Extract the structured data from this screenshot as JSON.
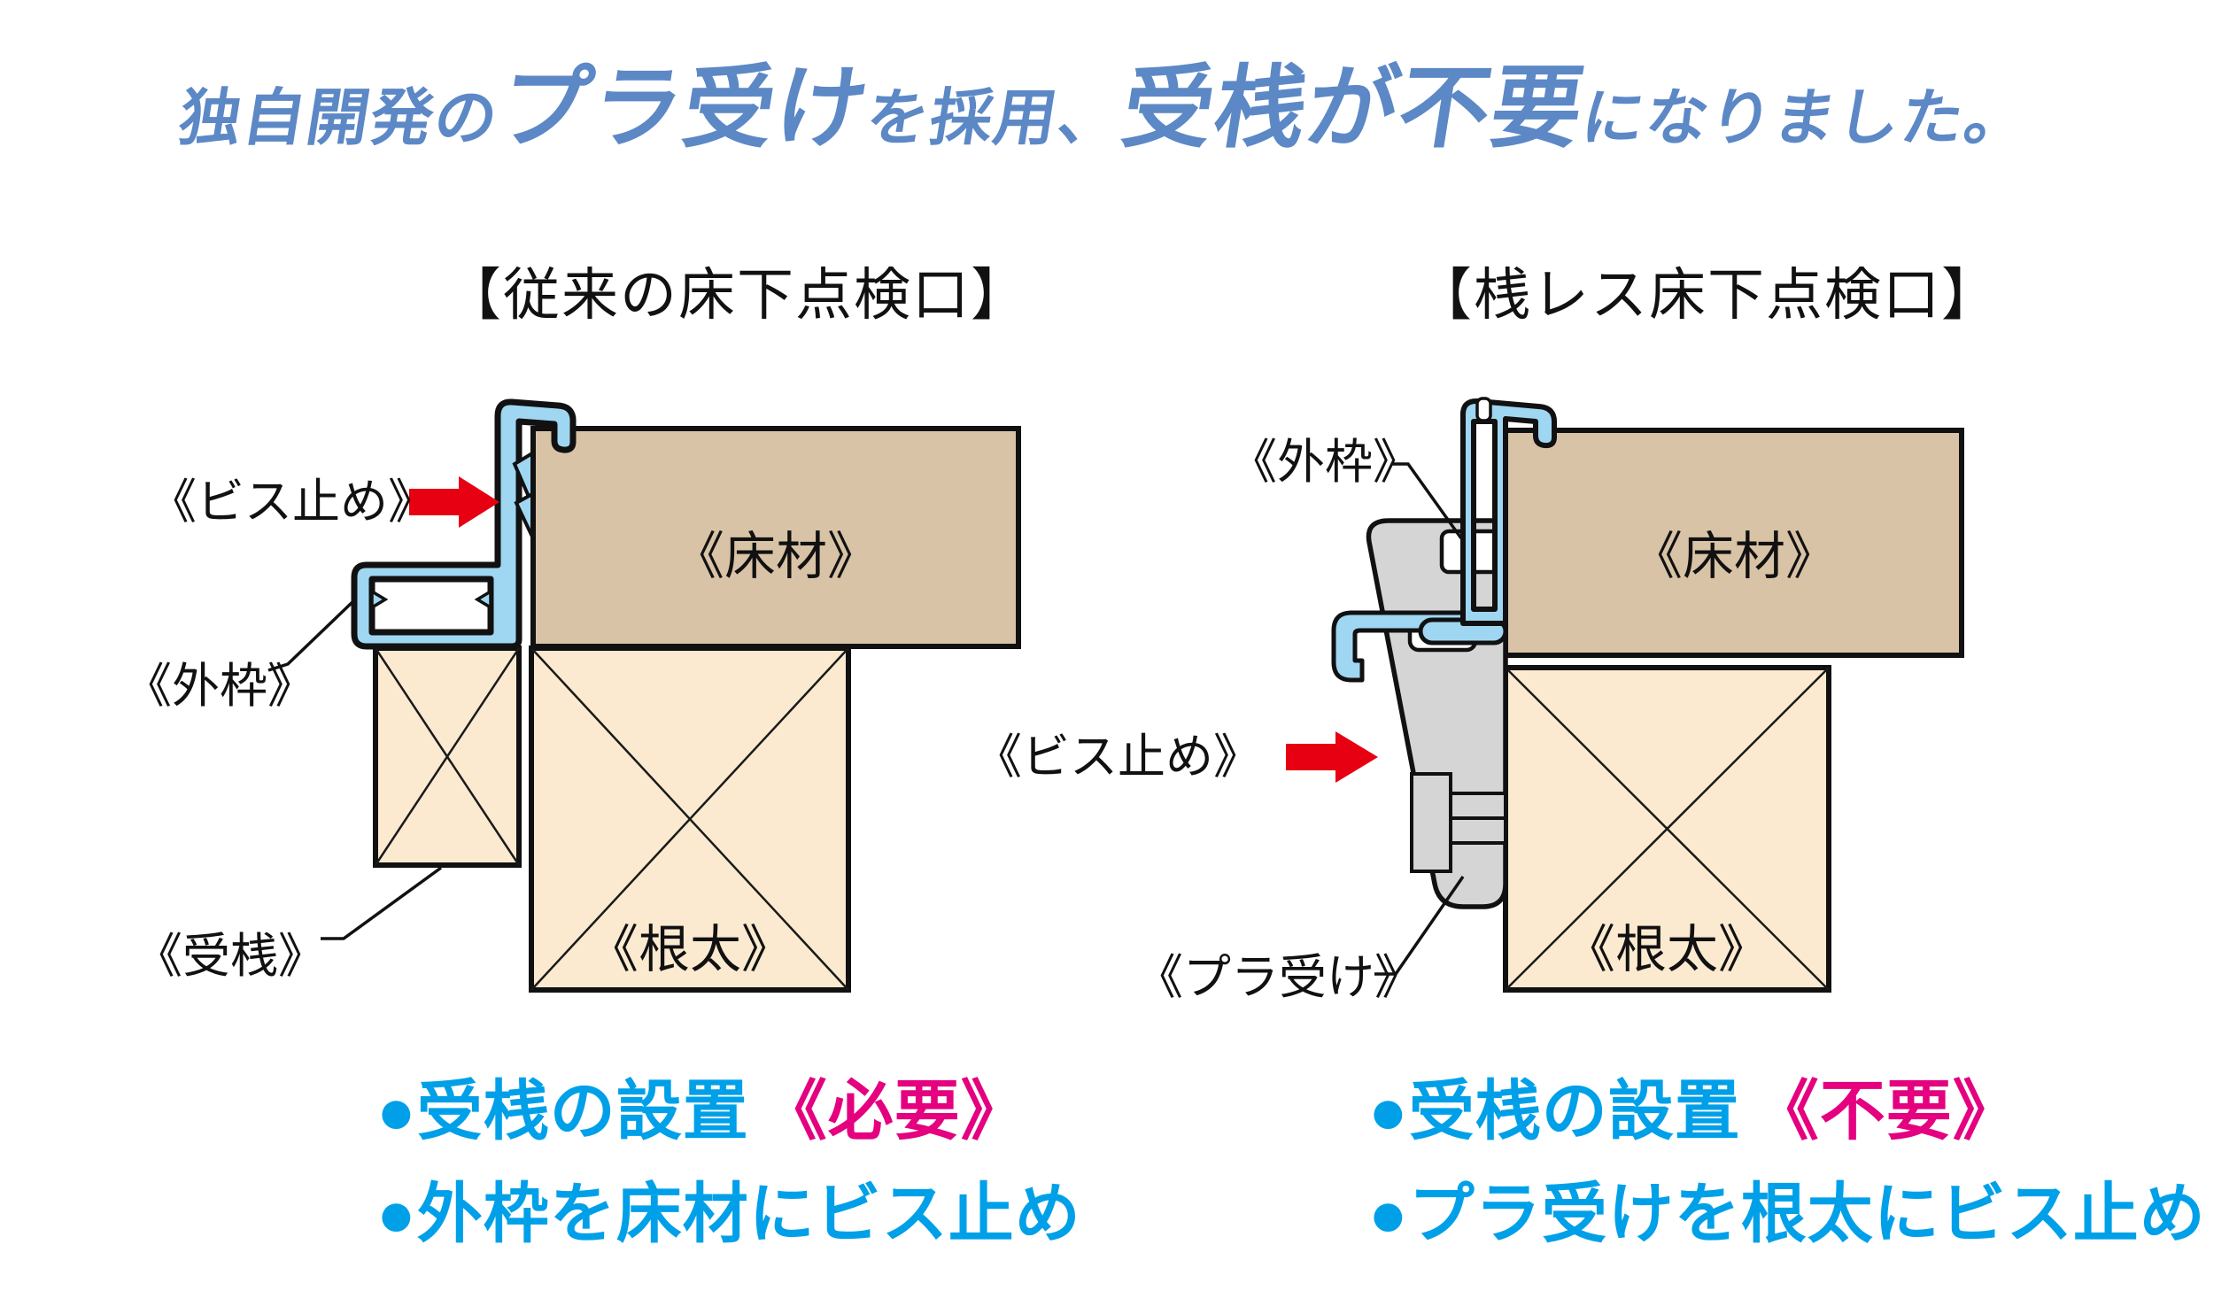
{
  "title": {
    "part1": "独自開発の",
    "part2": "プラ受け",
    "part3": "を採用、",
    "part4": "受桟が不要",
    "part5": "になりました。"
  },
  "left_panel": {
    "heading": "【従来の床下点検口】",
    "labels": {
      "screw": "《ビス止め》",
      "outer_frame": "《外枠》",
      "floor": "《床材》",
      "rail": "《受桟》",
      "joist": "《根太》"
    },
    "bullets": [
      {
        "text": "●受桟の設置",
        "highlight": "《必要》"
      },
      {
        "text": "●外枠を床材にビス止め",
        "highlight": ""
      }
    ]
  },
  "right_panel": {
    "heading": "【桟レス床下点検口】",
    "labels": {
      "outer_frame": "《外枠》",
      "screw": "《ビス止め》",
      "floor": "《床材》",
      "plastic": "《プラ受け》",
      "joist": "《根太》"
    },
    "bullets": [
      {
        "text": "●受桟の設置",
        "highlight": "《不要》"
      },
      {
        "text": "●プラ受けを根太にビス止め",
        "highlight": ""
      }
    ]
  },
  "colors": {
    "title_blue": "#5c88c6",
    "frame_blue": "#9fd7f2",
    "floor_tan": "#d9c3a6",
    "wood_cream": "#fbead0",
    "plastic_gray": "#d5d5d5",
    "arrow_red": "#e60012",
    "note_cyan": "#00a0e9",
    "note_magenta": "#e4007f"
  }
}
